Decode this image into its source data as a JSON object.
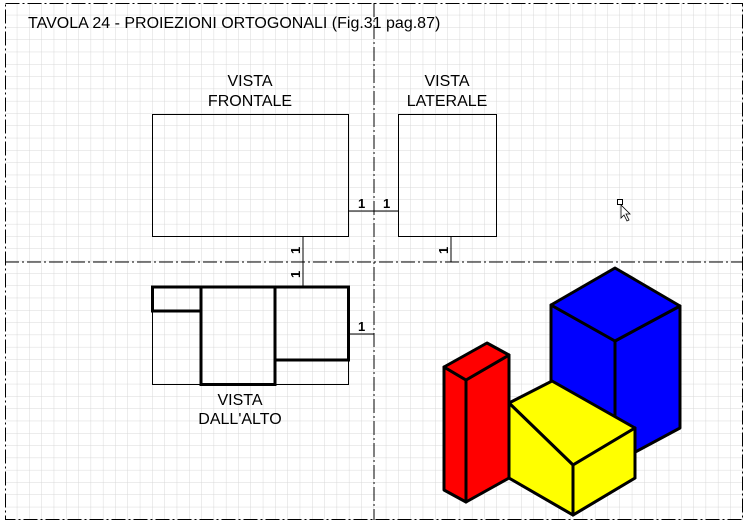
{
  "title": "TAVOLA 24 - PROIEZIONI ORTOGONALI (Fig.31 pag.87)",
  "views": {
    "front": {
      "line1": "VISTA",
      "line2": "FRONTALE"
    },
    "side": {
      "line1": "VISTA",
      "line2": "LATERALE"
    },
    "top": {
      "line1": "VISTA",
      "line2": "DALL'ALTO"
    }
  },
  "dimensions": {
    "front_side_left": "1",
    "front_side_right": "1",
    "front_top_upper": "1",
    "front_top_lower": "1",
    "side_bottom": "1",
    "top_right": "1"
  },
  "colors": {
    "red_block": "#ff0000",
    "yellow_block": "#ffff00",
    "blue_block": "#0000ff",
    "grid": "#d8d8d8"
  },
  "icons": {
    "cursor": "pointer-cursor-icon"
  }
}
